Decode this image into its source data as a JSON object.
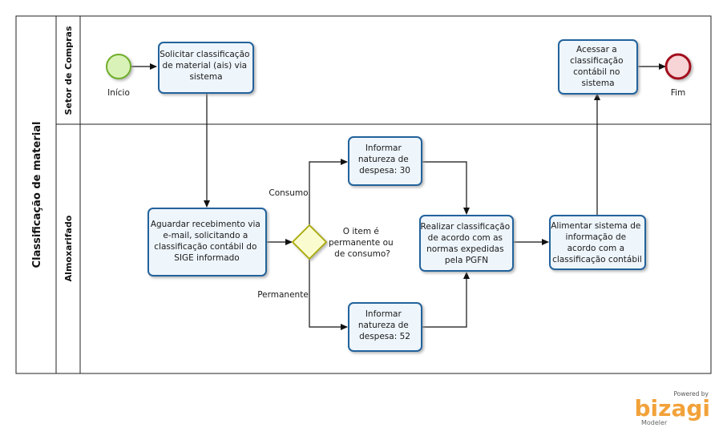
{
  "pool": {
    "title": "Classificação de material"
  },
  "lanes": [
    {
      "name": "Setor de Compras"
    },
    {
      "name": "Almoxarifado"
    }
  ],
  "events": {
    "start": "Início",
    "end": "Fim"
  },
  "tasks": {
    "solicitar": [
      "Solicitar classificação",
      "de material (ais) via",
      "sistema"
    ],
    "acessar": [
      "Acessar a",
      "classificação",
      "contábil no",
      "sistema"
    ],
    "aguardar": [
      "Aguardar recebimento via",
      "e-mail, solicitando a",
      "classificação contábil do",
      "SIGE informado"
    ],
    "informar30": [
      "Informar",
      "natureza de",
      "despesa: 30"
    ],
    "informar52": [
      "Informar",
      "natureza de",
      "despesa: 52"
    ],
    "realizar": [
      "Realizar classificação",
      "de acordo com as",
      "normas expedidas",
      "pela PGFN"
    ],
    "alimentar": [
      "Alimentar sistema de",
      "informação de",
      "acordo com a",
      "classificação contábil"
    ]
  },
  "gateway": {
    "question": [
      "O item é",
      "permanente ou",
      "de consumo?"
    ],
    "branch_top": "Consumo",
    "branch_bottom": "Permanente"
  },
  "branding": {
    "powered": "Powered by",
    "brand": "bizagi",
    "product": "Modeler"
  },
  "colors": {
    "task_fill": "#eef5fb",
    "task_stroke": "#24639c",
    "start_fill": "#d9f2b8",
    "start_stroke": "#6fae2c",
    "end_fill": "#f7d4d6",
    "end_stroke": "#a3111b",
    "gateway_fill": "#fbfbd0",
    "gateway_stroke": "#a8a800",
    "brand": "#f2a23a"
  }
}
